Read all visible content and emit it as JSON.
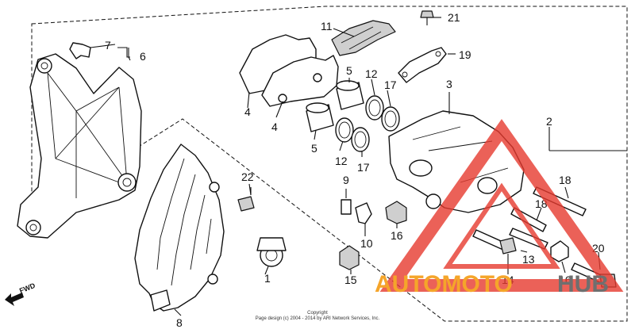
{
  "diagram": {
    "callouts": [
      "1",
      "2",
      "3",
      "4",
      "4",
      "5",
      "5",
      "6",
      "7",
      "8",
      "9",
      "10",
      "11",
      "12",
      "12",
      "13",
      "14",
      "15",
      "16",
      "16",
      "17",
      "17",
      "18",
      "18",
      "19",
      "20",
      "21",
      "22"
    ],
    "direction_marker": "FWD",
    "copyright_line1": "Copyright",
    "copyright_line2": "Page design (c) 2004 - 2014 by ARI Network Services, Inc.",
    "watermark": {
      "part1": "AUTOMOTO",
      "part2": "HUB",
      "accent_color": "#f5a52a",
      "triangle_color": "#e63a2e",
      "gray_color": "#6f6f6f"
    }
  }
}
